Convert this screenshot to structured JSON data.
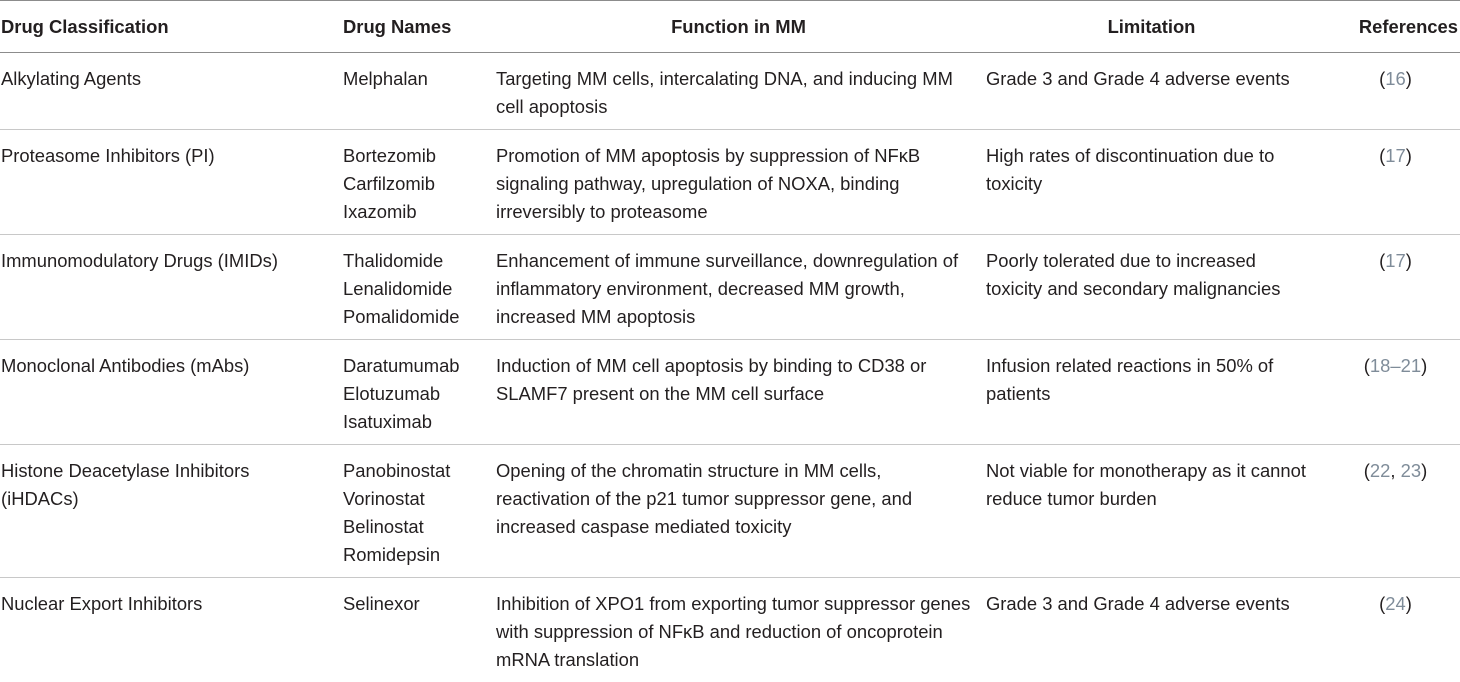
{
  "table": {
    "headers": {
      "classification": "Drug Classification",
      "names": "Drug Names",
      "function": "Function in MM",
      "limitation": "Limitation",
      "references": "References"
    },
    "rows": [
      {
        "classification": "Alkylating Agents",
        "names": [
          "Melphalan"
        ],
        "function": "Targeting MM cells, intercalating DNA, and inducing MM cell apoptosis",
        "limitation": "Grade 3 and Grade 4 adverse events",
        "references": [
          "16"
        ]
      },
      {
        "classification": "Proteasome Inhibitors (PI)",
        "names": [
          "Bortezomib",
          "Carfilzomib",
          "Ixazomib"
        ],
        "function": "Promotion of MM apoptosis by suppression of NFκB signaling pathway, upregulation of NOXA, binding irreversibly to proteasome",
        "limitation": "High rates of discontinuation due to toxicity",
        "references": [
          "17"
        ]
      },
      {
        "classification": "Immunomodulatory Drugs (IMIDs)",
        "names": [
          "Thalidomide",
          "Lenalidomide",
          "Pomalidomide"
        ],
        "function": "Enhancement of immune surveillance, downregulation of inflammatory environment, decreased MM growth, increased MM apoptosis",
        "limitation": "Poorly tolerated due to increased toxicity and secondary malignancies",
        "references": [
          "17"
        ]
      },
      {
        "classification": "Monoclonal Antibodies (mAbs)",
        "names": [
          "Daratumumab",
          "Elotuzumab",
          "Isatuximab"
        ],
        "function": "Induction of MM cell apoptosis by binding to CD38 or SLAMF7 present on the MM cell surface",
        "limitation": "Infusion related reactions in 50% of patients",
        "references": [
          "18–21"
        ]
      },
      {
        "classification": "Histone Deacetylase Inhibitors (iHDACs)",
        "names": [
          "Panobinostat",
          "Vorinostat",
          "Belinostat",
          "Romidepsin"
        ],
        "function": "Opening of the chromatin structure in MM cells, reactivation of the p21 tumor suppressor gene, and increased caspase mediated toxicity",
        "limitation": "Not viable for monotherapy as it cannot reduce tumor burden",
        "references": [
          "22",
          "23"
        ]
      },
      {
        "classification": "Nuclear Export Inhibitors",
        "names": [
          "Selinexor"
        ],
        "function": "Inhibition of XPO1 from exporting tumor suppressor genes with suppression of NFκB and reduction of oncoprotein mRNA translation",
        "limitation": "Grade 3 and Grade 4 adverse events",
        "references": [
          "24"
        ]
      }
    ]
  }
}
